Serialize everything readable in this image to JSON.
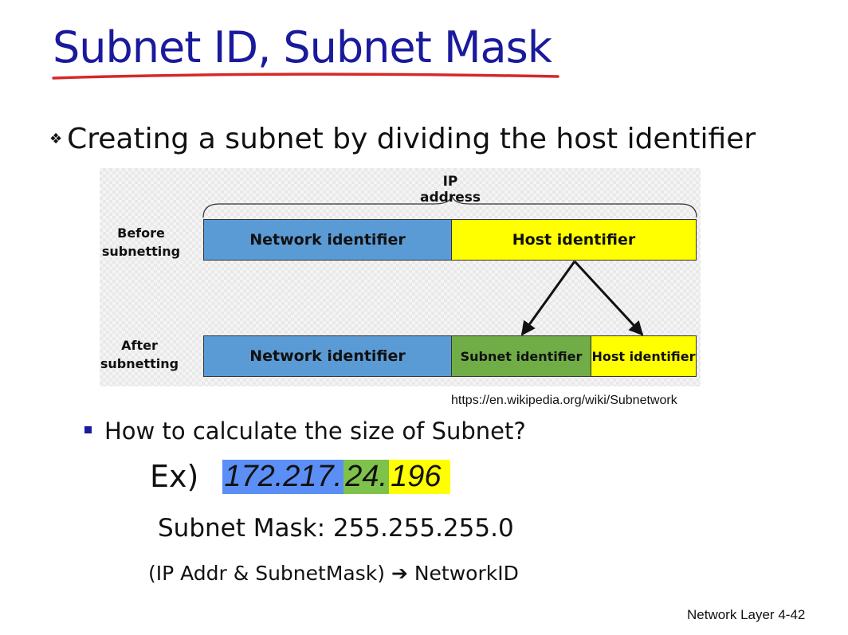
{
  "title": "Subnet ID, Subnet Mask",
  "colors": {
    "title": "#1a1a9c",
    "underline": "#d62828",
    "network": "#5b9bd5",
    "host": "#ffff00",
    "subnet": "#70ad47"
  },
  "bullet_main": {
    "icon": "diamond-bullet-icon",
    "glyph": "❖",
    "text": "Creating a subnet by dividing the host identifier"
  },
  "diagram": {
    "ip_address_label": "IP address",
    "before_label": "Before\nsubnetting",
    "after_label": "After\nsubnetting",
    "before": {
      "network": "Network identifier",
      "host": "Host identifier"
    },
    "after": {
      "network": "Network identifier",
      "subnet": "Subnet identifier",
      "host": "Host identifier"
    }
  },
  "source": "https://en.wikipedia.org/wiki/Subnetwork",
  "bullet_sub": {
    "icon": "square-bullet-icon",
    "text": "How to calculate the size of Subnet?"
  },
  "example": {
    "prefix": "Ex)",
    "net_part": "172.217.",
    "subnet_part": "24.",
    "host_part": "196"
  },
  "subnet_mask": "Subnet Mask: 255.255.255.0",
  "formula": {
    "left": "(IP Addr & SubnetMask)",
    "arrow": "➔",
    "right": "NetworkID"
  },
  "footer": {
    "section": "Network Layer",
    "page": "4-42"
  }
}
